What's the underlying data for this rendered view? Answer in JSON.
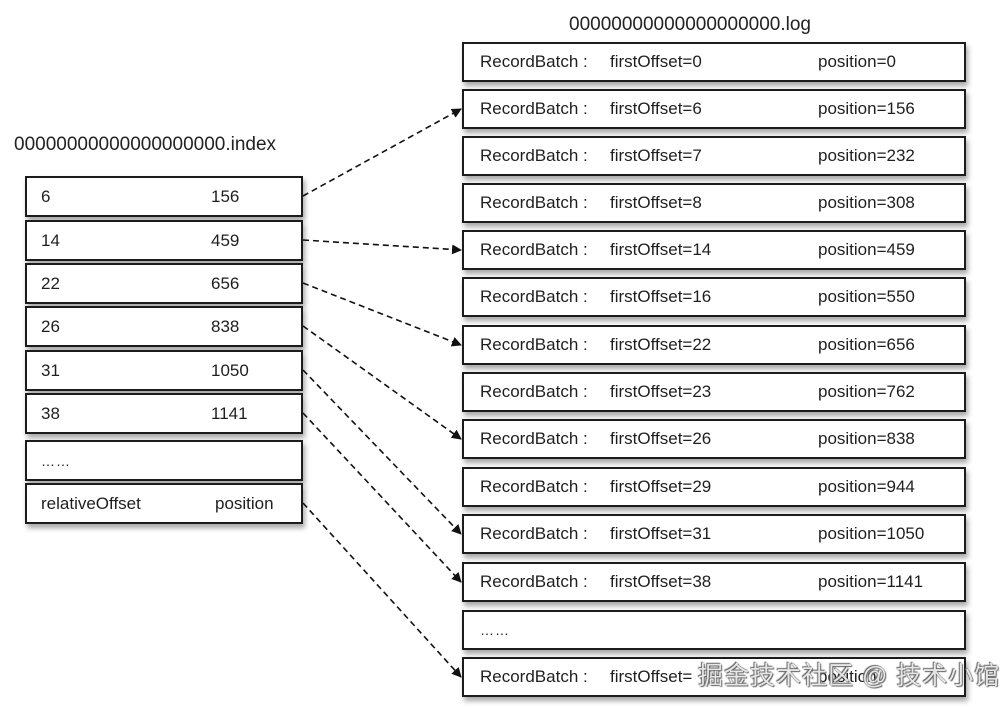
{
  "index_file": {
    "title": "00000000000000000000.index",
    "rows": [
      {
        "relative_offset": "6",
        "position": "156"
      },
      {
        "relative_offset": "14",
        "position": "459"
      },
      {
        "relative_offset": "22",
        "position": "656"
      },
      {
        "relative_offset": "26",
        "position": "838"
      },
      {
        "relative_offset": "31",
        "position": "1050"
      },
      {
        "relative_offset": "38",
        "position": "1141"
      }
    ],
    "ellipsis": "……",
    "header_row": {
      "relative_offset": "relativeOffset",
      "position": "position"
    }
  },
  "log_file": {
    "title": "00000000000000000000.log",
    "label": "RecordBatch :",
    "rows": [
      {
        "first_offset": "firstOffset=0",
        "position": "position=0"
      },
      {
        "first_offset": "firstOffset=6",
        "position": "position=156"
      },
      {
        "first_offset": "firstOffset=7",
        "position": "position=232"
      },
      {
        "first_offset": "firstOffset=8",
        "position": "position=308"
      },
      {
        "first_offset": "firstOffset=14",
        "position": "position=459"
      },
      {
        "first_offset": "firstOffset=16",
        "position": "position=550"
      },
      {
        "first_offset": "firstOffset=22",
        "position": "position=656"
      },
      {
        "first_offset": "firstOffset=23",
        "position": "position=762"
      },
      {
        "first_offset": "firstOffset=26",
        "position": "position=838"
      },
      {
        "first_offset": "firstOffset=29",
        "position": "position=944"
      },
      {
        "first_offset": "firstOffset=31",
        "position": "position=1050"
      },
      {
        "first_offset": "firstOffset=38",
        "position": "position=1141"
      }
    ],
    "ellipsis": "……",
    "last_row": {
      "first_offset": "firstOffset=",
      "position": "position"
    }
  },
  "mappings": [
    {
      "from_index_row": 0,
      "to_log_row": 1
    },
    {
      "from_index_row": 1,
      "to_log_row": 4
    },
    {
      "from_index_row": 2,
      "to_log_row": 6
    },
    {
      "from_index_row": 3,
      "to_log_row": 8
    },
    {
      "from_index_row": 4,
      "to_log_row": 10
    },
    {
      "from_index_row": 5,
      "to_log_row": 11
    },
    {
      "from_index_row": "header",
      "to_log_row": "last"
    }
  ],
  "watermark": "掘金技术社区 @ 技术小馆"
}
